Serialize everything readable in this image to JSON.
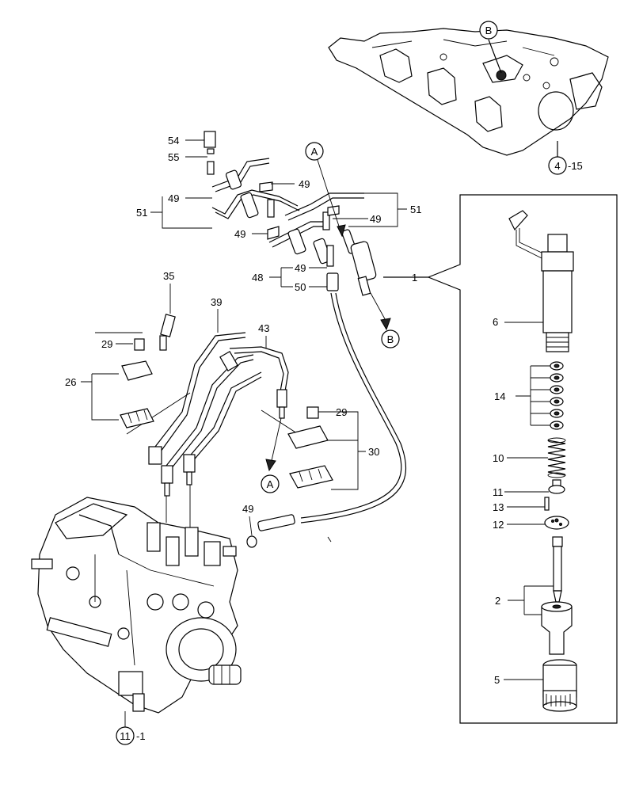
{
  "labels": {
    "p1": "1",
    "p2": "2",
    "p5": "5",
    "p6": "6",
    "p10": "10",
    "p11": "11",
    "p12": "12",
    "p13": "13",
    "p14": "14",
    "p26": "26",
    "p29a": "29",
    "p29b": "29",
    "p30": "30",
    "p35": "35",
    "p39": "39",
    "p43": "43",
    "p48": "48",
    "p49a": "49",
    "p49b": "49",
    "p49c": "49",
    "p49d": "49",
    "p49e": "49",
    "p49f": "49",
    "p50": "50",
    "p51a": "51",
    "p51b": "51",
    "p54": "54",
    "p55": "55"
  },
  "refs": {
    "ref_a_top": "A",
    "ref_a_bottom": "A",
    "ref_b_top": "B",
    "ref_b_bottom": "B",
    "ref_4_num": "4",
    "ref_4_suffix": "-15",
    "ref_11_num": "11",
    "ref_11_suffix": "-1"
  }
}
